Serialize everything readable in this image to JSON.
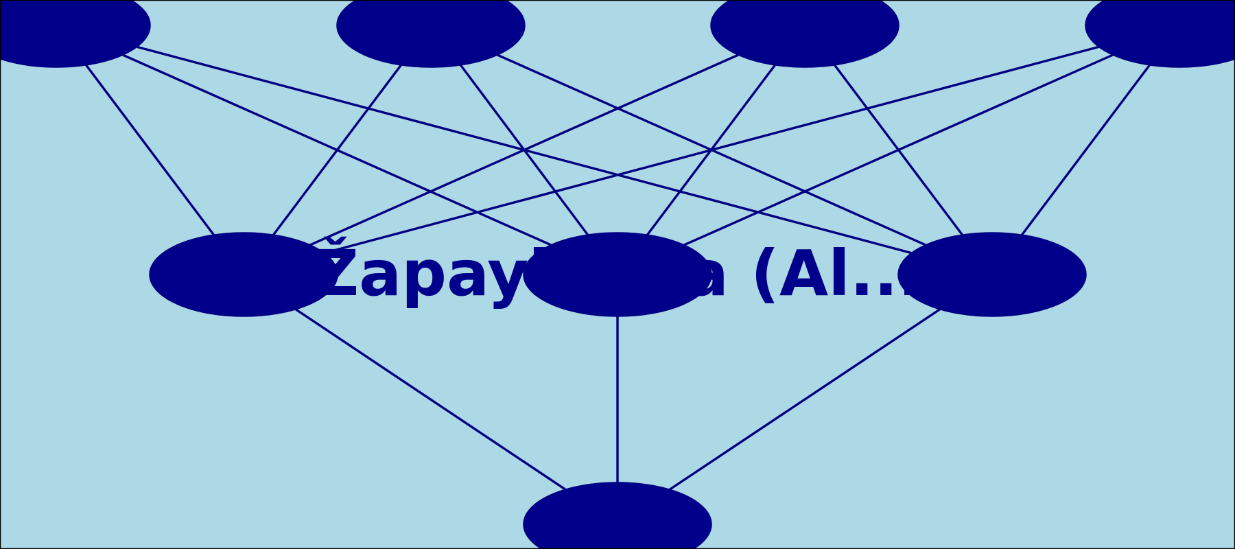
{
  "diagram": {
    "caption": "Žapayi... ka (Al...",
    "colors": {
      "background": "#add8e6",
      "node_fill": "#00008b",
      "edge": "#000080",
      "text": "#00008b"
    },
    "layers": [
      [
        "top-1",
        "top-2",
        "top-3",
        "top-4"
      ],
      [
        "mid-1",
        "mid-2",
        "mid-3"
      ],
      [
        "bottom-1"
      ]
    ],
    "edges": [
      [
        "top-1",
        "mid-1"
      ],
      [
        "top-1",
        "mid-2"
      ],
      [
        "top-1",
        "mid-3"
      ],
      [
        "top-2",
        "mid-1"
      ],
      [
        "top-2",
        "mid-2"
      ],
      [
        "top-2",
        "mid-3"
      ],
      [
        "top-3",
        "mid-1"
      ],
      [
        "top-3",
        "mid-2"
      ],
      [
        "top-3",
        "mid-3"
      ],
      [
        "top-4",
        "mid-1"
      ],
      [
        "top-4",
        "mid-2"
      ],
      [
        "top-4",
        "mid-3"
      ],
      [
        "mid-1",
        "bottom-1"
      ],
      [
        "mid-2",
        "bottom-1"
      ],
      [
        "mid-3",
        "bottom-1"
      ]
    ]
  }
}
